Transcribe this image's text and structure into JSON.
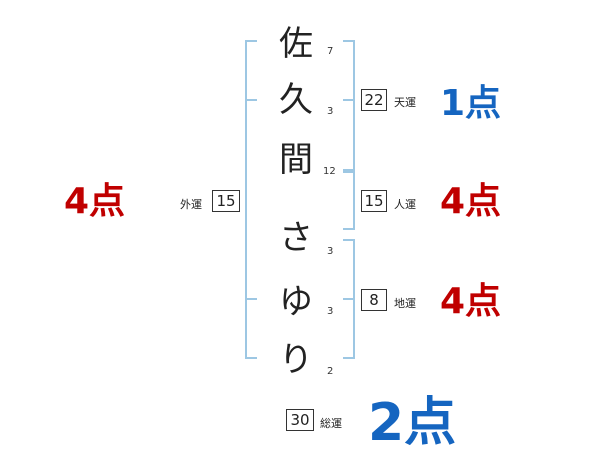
{
  "name": {
    "chars": [
      {
        "char": "佐",
        "strokes": "7"
      },
      {
        "char": "久",
        "strokes": "3"
      },
      {
        "char": "間",
        "strokes": "12"
      },
      {
        "char": "さ",
        "strokes": "3"
      },
      {
        "char": "ゆ",
        "strokes": "3"
      },
      {
        "char": "り",
        "strokes": "2"
      }
    ]
  },
  "fortunes": {
    "tenkaku": {
      "label": "天運",
      "value": "22",
      "score": "1点",
      "color": "#1565c0"
    },
    "jinkaku": {
      "label": "人運",
      "value": "15",
      "score": "4点",
      "color": "#c00000"
    },
    "chikaku": {
      "label": "地運",
      "value": "8",
      "score": "4点",
      "color": "#c00000"
    },
    "gaikaku": {
      "label": "外運",
      "value": "15",
      "score": "4点",
      "color": "#c00000"
    },
    "soukaku": {
      "label": "総運",
      "value": "30",
      "score": "2点",
      "color": "#1565c0"
    }
  }
}
